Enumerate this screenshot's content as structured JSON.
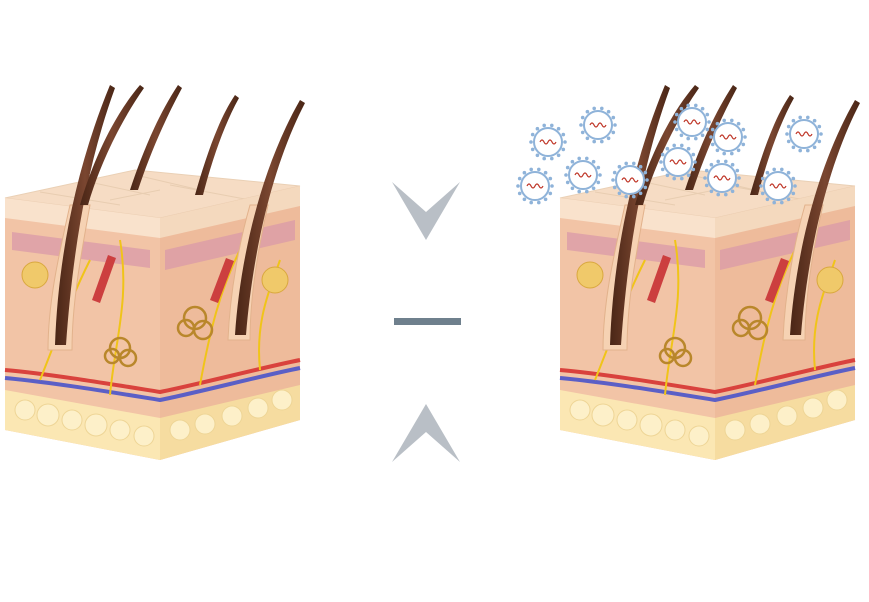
{
  "diagram": {
    "left_panel": {
      "name": "skin-cross-section-healthy",
      "top_label": "",
      "caption": ""
    },
    "right_panel": {
      "name": "skin-cross-section-with-viruses",
      "top_label": "",
      "caption": ""
    },
    "center": {
      "top_arrow": "chevron-down-icon",
      "bottom_arrow": "chevron-up-icon",
      "divider": "dash-separator",
      "label_top": "",
      "label_bottom": ""
    },
    "virus_count": 11,
    "colors": {
      "arrow": "#b9bfc6",
      "divider": "#6f808d",
      "skin_top": "#f6dcc4",
      "dermis": "#f2c4a6",
      "fat": "#fbe7b3",
      "hair": "#6b3a24",
      "nerve": "#f0c419",
      "artery": "#d9423d",
      "vein": "#5b5fc6",
      "virus": "#8fb3d9"
    }
  }
}
